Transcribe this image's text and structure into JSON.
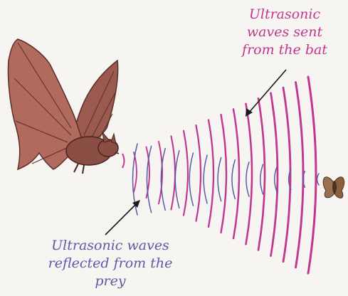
{
  "colors": {
    "sent_waves": "#c2368f",
    "reflected_waves": "#5a5aa8",
    "label_sent": "#c2368f",
    "label_reflected": "#5a5aa8",
    "arrow": "#1a1a1a",
    "bat_body": "#8a4e44",
    "bat_wing": "#b0685c",
    "moth": "#8a6a50"
  },
  "icons": {
    "bat": "bat-icon",
    "moth": "moth-icon"
  },
  "labels": {
    "sent": [
      "Ultrasonic",
      "waves sent",
      "from the bat"
    ],
    "reflected": [
      "Ultrasonic waves",
      "reflected from the",
      "prey"
    ]
  }
}
